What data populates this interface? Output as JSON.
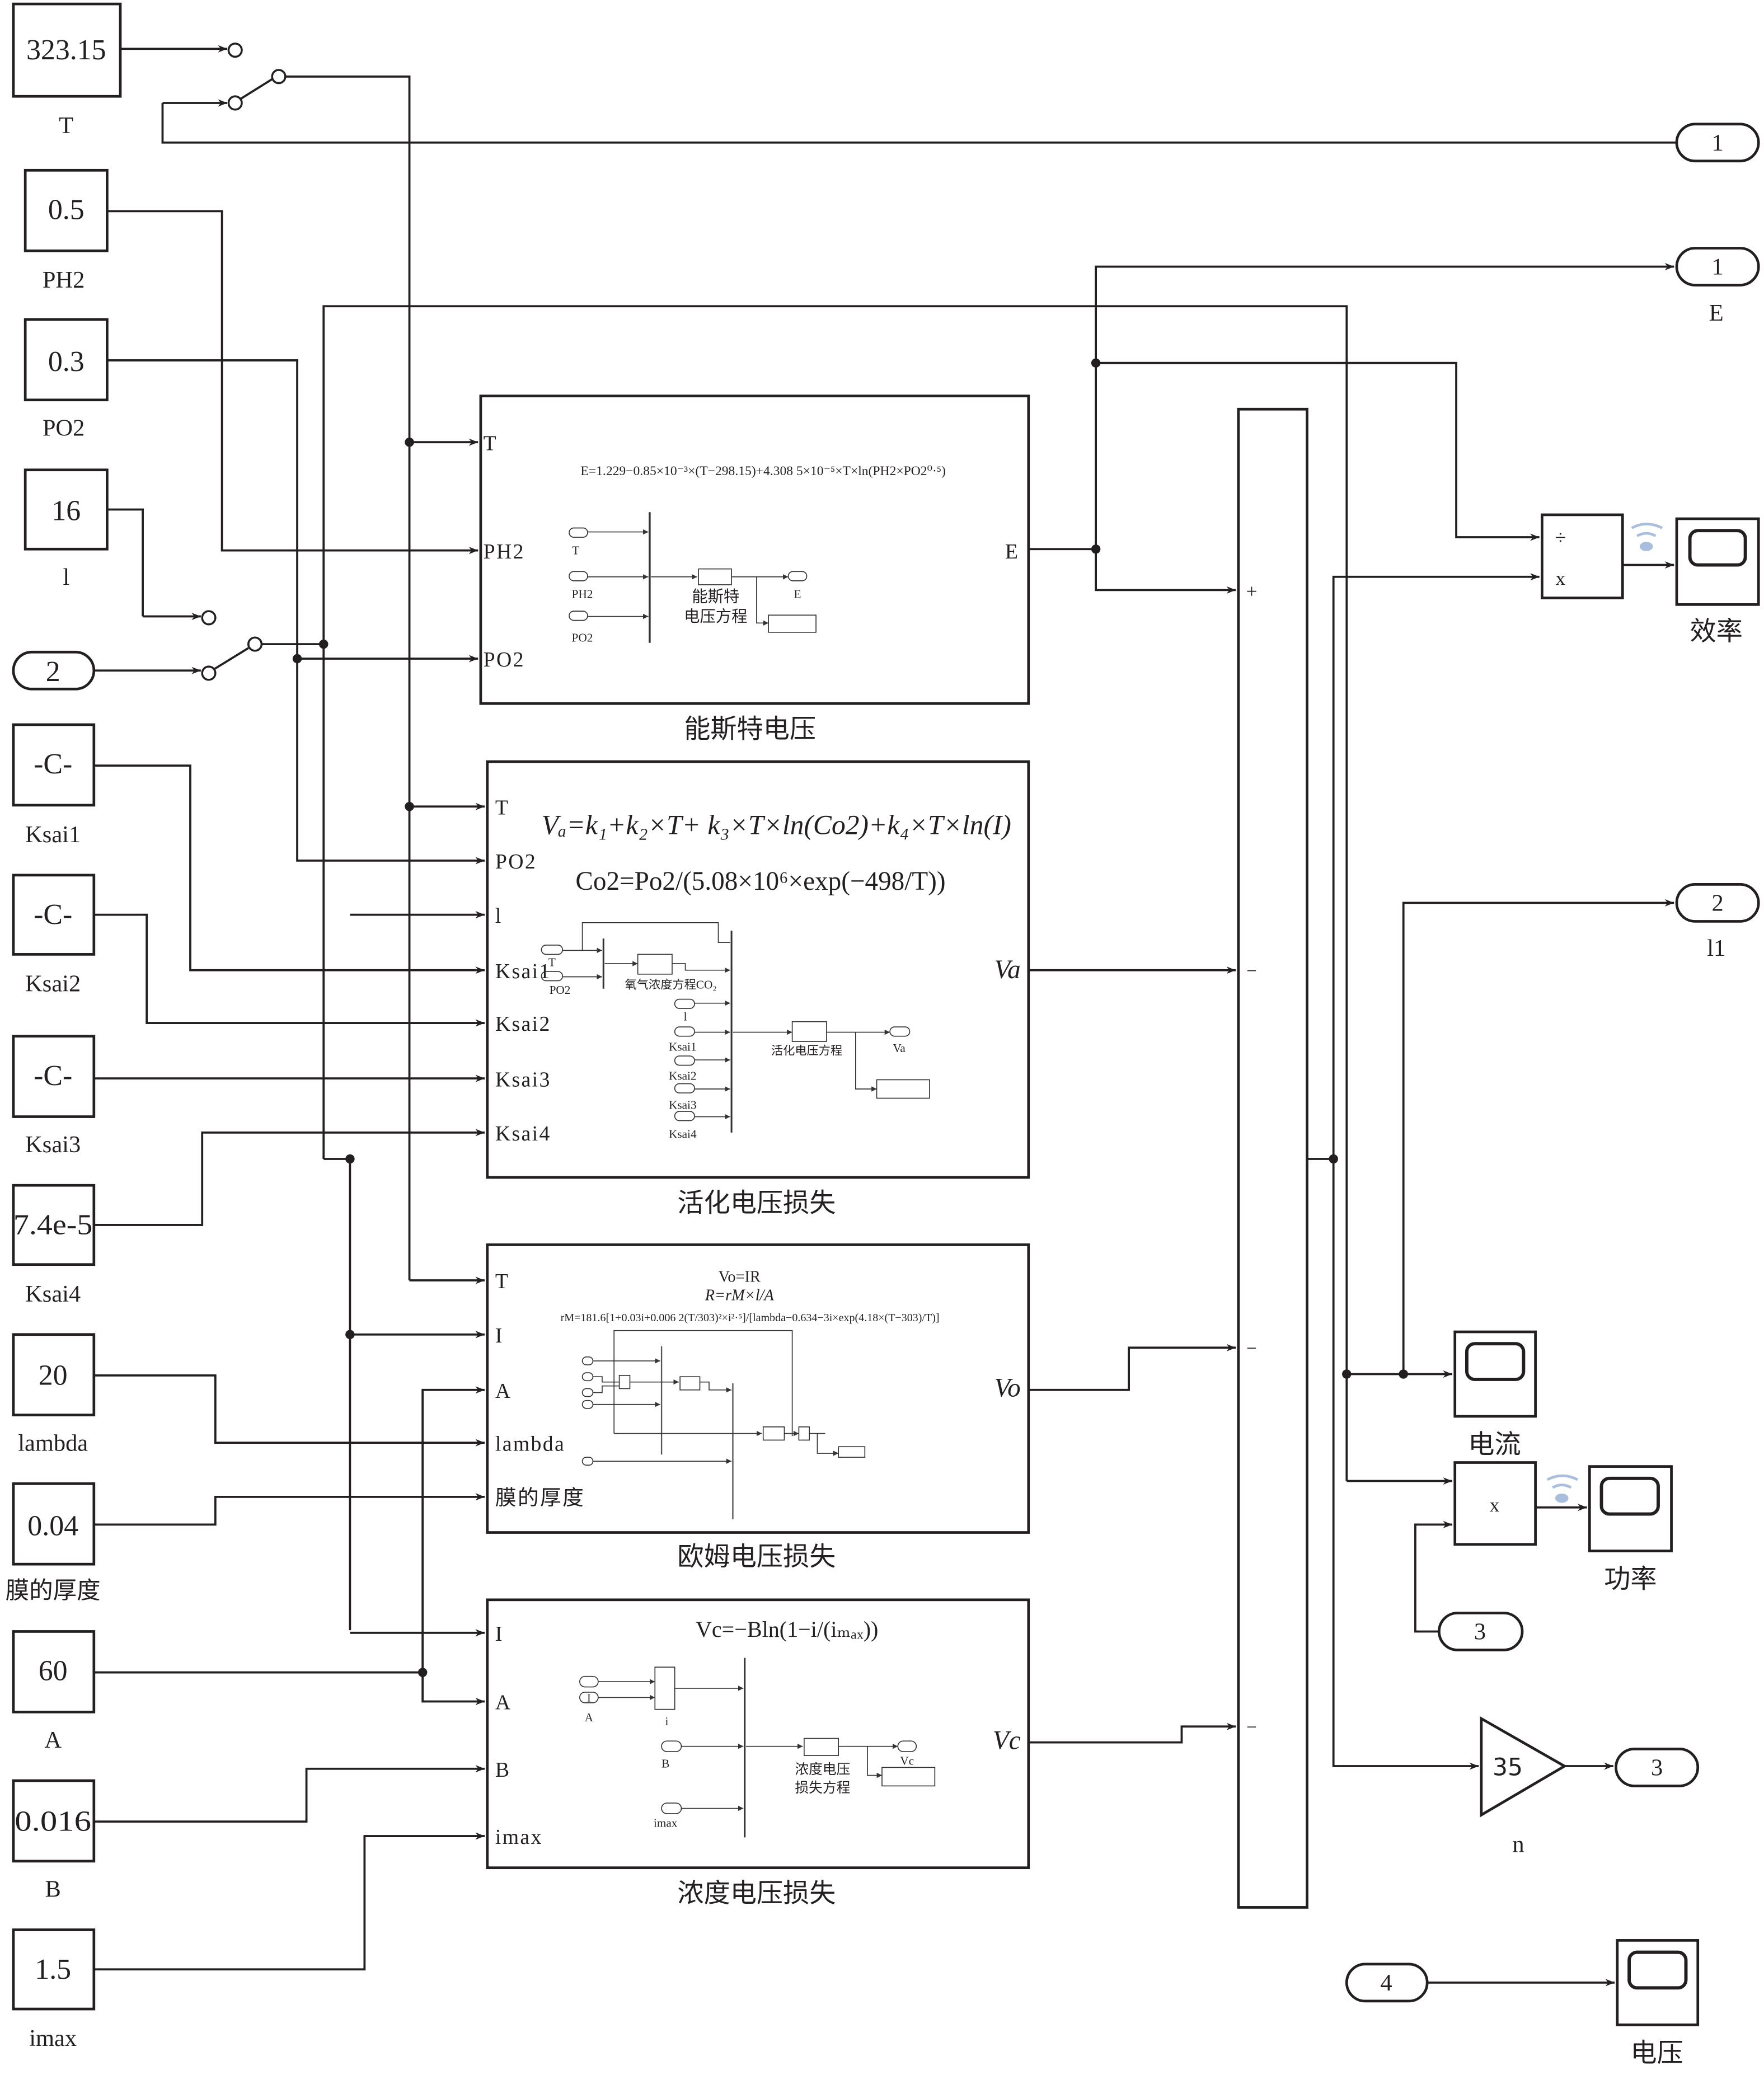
{
  "constants": [
    {
      "value": "323.15",
      "label": "T"
    },
    {
      "value": "0.5",
      "label": "PH2"
    },
    {
      "value": "0.3",
      "label": "PO2"
    },
    {
      "value": "16",
      "label": "l"
    },
    {
      "value": "-C-",
      "label": "Ksai1"
    },
    {
      "value": "-C-",
      "label": "Ksai2"
    },
    {
      "value": "-C-",
      "label": "Ksai3"
    },
    {
      "value": "7.4e-5",
      "label": "Ksai4"
    },
    {
      "value": "20",
      "label": "lambda"
    },
    {
      "value": "0.04",
      "label": "膜的厚度"
    },
    {
      "value": "60",
      "label": "A"
    },
    {
      "value": "0.016",
      "label": "B"
    },
    {
      "value": "1.5",
      "label": "imax"
    }
  ],
  "inports": {
    "top": "1",
    "left": "2",
    "product": "3",
    "voltage": "4"
  },
  "outports": {
    "e": {
      "num": "1",
      "label": "E"
    },
    "l1": {
      "num": "2",
      "label": "l1"
    },
    "gain_out": "3"
  },
  "nernst": {
    "title": "能斯特电压",
    "ports": [
      "T",
      "PH2",
      "PO2"
    ],
    "output": "E",
    "equation": "E=1.229−0.85×10⁻³×(T−298.15)+4.308 5×10⁻⁵×T×ln(PH2×PO2⁰·⁵)",
    "inner": {
      "inputs": [
        "T",
        "PH2",
        "PO2"
      ],
      "block": "能斯特",
      "block2": "电压方程",
      "output": "E"
    }
  },
  "activation": {
    "title": "活化电压损失",
    "ports": [
      "T",
      "PO2",
      "l",
      "Ksai1",
      "Ksai2",
      "Ksai3",
      "Ksai4"
    ],
    "output": "Va",
    "equation1": "Vₐ=k₁+k₂×T+ k₃×T×ln(Co2)+k₄×T×ln(I)",
    "equation2": "Co2=Po2/(5.08×10⁶×exp(−498/T))",
    "inner": {
      "inputs": [
        "T",
        "PO2",
        "l",
        "Ksai1",
        "Ksai2",
        "Ksai3",
        "Ksai4"
      ],
      "block1": "氧气浓度方程CO₂",
      "block2": "活化电压方程",
      "output": "Va"
    }
  },
  "ohmic": {
    "title": "欧姆电压损失",
    "ports": [
      "T",
      "I",
      "A",
      "lambda",
      "膜的厚度"
    ],
    "output": "Vo",
    "equation1": "Vo=IR",
    "equation2": "R=rM×l/A",
    "equation3": "rM=181.6[1+0.03i+0.006 2(T/303)²×i²·⁵]/[lambda−0.634−3i×exp(4.18×(T−303)/T)]"
  },
  "concentration": {
    "title": "浓度电压损失",
    "ports": [
      "I",
      "A",
      "B",
      "imax"
    ],
    "output": "Vc",
    "equation": "Vc=−Bln(1−i/(iₘₐₓ))",
    "inner": {
      "inputs": [
        "I",
        "A",
        "B",
        "imax"
      ],
      "block1": "i",
      "block2a": "浓度电压",
      "block2b": "损失方程",
      "output": "Vc"
    }
  },
  "sum_signs": [
    "+",
    "−",
    "−",
    "−"
  ],
  "divide": {
    "sign1": "÷",
    "sign2": "x"
  },
  "product": {
    "sign": "x"
  },
  "gain": {
    "value": "35",
    "label": "n"
  },
  "scopes": {
    "efficiency": "效率",
    "current": "电流",
    "power": "功率",
    "voltage": "电压"
  },
  "colors": {
    "line": "#231f20",
    "wireless": "#a8bedc"
  }
}
